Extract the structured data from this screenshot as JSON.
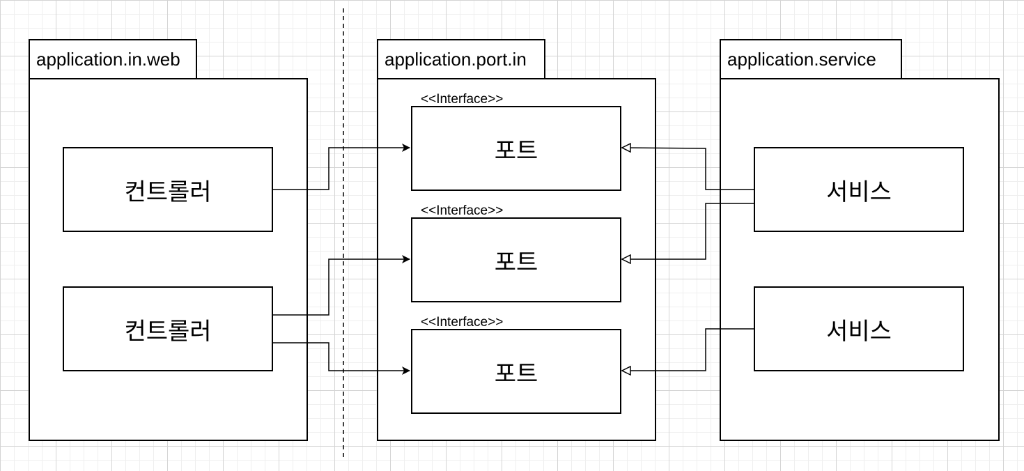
{
  "packages": {
    "web": "application.in.web",
    "port_in": "application.port.in",
    "service": "application.service"
  },
  "controllers": [
    "컨트롤러",
    "컨트롤러"
  ],
  "ports": [
    {
      "stereotype": "<<Interface>>",
      "label": "포트"
    },
    {
      "stereotype": "<<Interface>>",
      "label": "포트"
    },
    {
      "stereotype": "<<Interface>>",
      "label": "포트"
    }
  ],
  "services": [
    "서비스",
    "서비스"
  ],
  "colors": {
    "line": "#000000",
    "box_fill": "#ffffff",
    "grid_major": "#d4d4d4",
    "grid_minor": "#efefef"
  }
}
